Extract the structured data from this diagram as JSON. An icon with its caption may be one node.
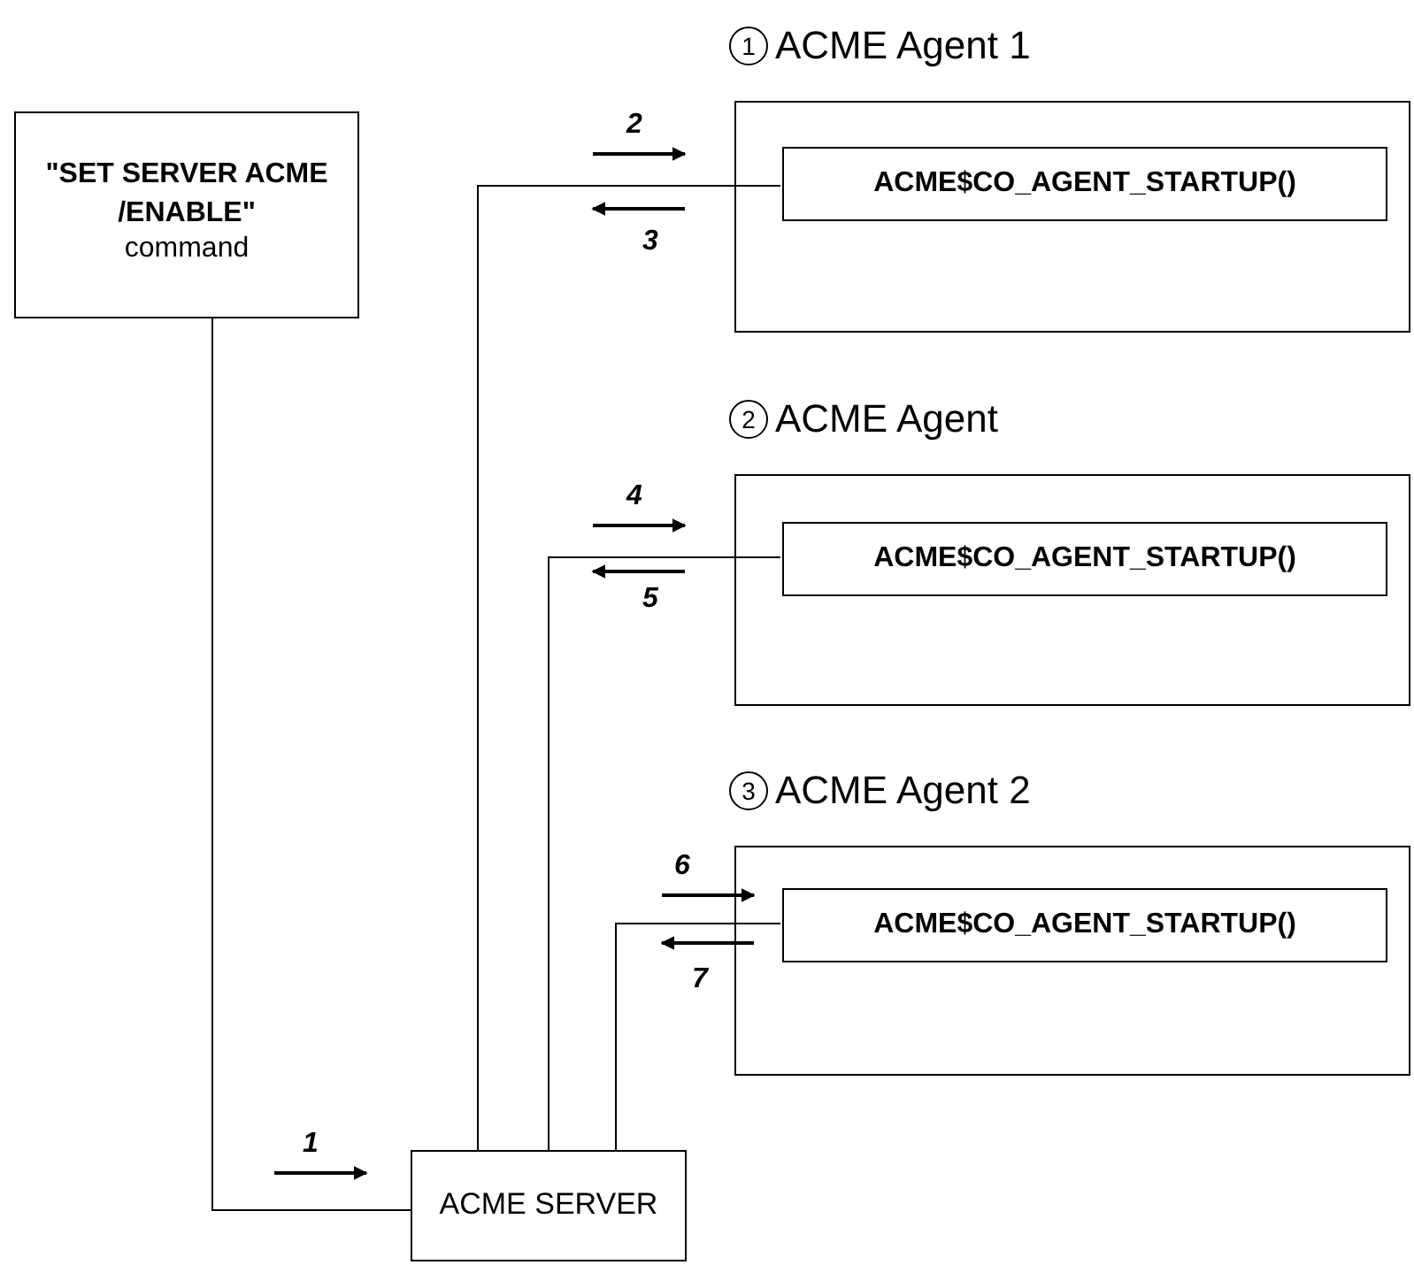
{
  "diagram": {
    "nodes": [
      {
        "text": [
          "\"SET SERVER ACME /ENABLE\"",
          "command"
        ]
      },
      {
        "text": [
          "1",
          "ACME Agent 1"
        ]
      },
      {
        "text": [
          "ACME$CO_AGENT_STARTUP()"
        ],
        "in": 1
      },
      {
        "text": [
          "2",
          "ACME Agent"
        ]
      },
      {
        "text": [
          "ACME$CO_AGENT_STARTUP()"
        ],
        "in": 3
      },
      {
        "text": [
          "3",
          "ACME Agent 2"
        ]
      },
      {
        "text": [
          "ACME$CO_AGENT_STARTUP()"
        ],
        "in": 5
      },
      {
        "text": [
          "ACME SERVER"
        ]
      }
    ],
    "edges": [
      {
        "from": 0,
        "to": 7,
        "arrow": "none",
        "label": "1"
      },
      {
        "from": 7,
        "to": 2,
        "arrow": "none",
        "label": "2"
      },
      {
        "from": 7,
        "to": 4,
        "arrow": "none",
        "label": "4"
      },
      {
        "from": 7,
        "to": 6,
        "arrow": "none",
        "label": "6"
      }
    ],
    "labels": [
      "3",
      "5",
      "7"
    ]
  }
}
